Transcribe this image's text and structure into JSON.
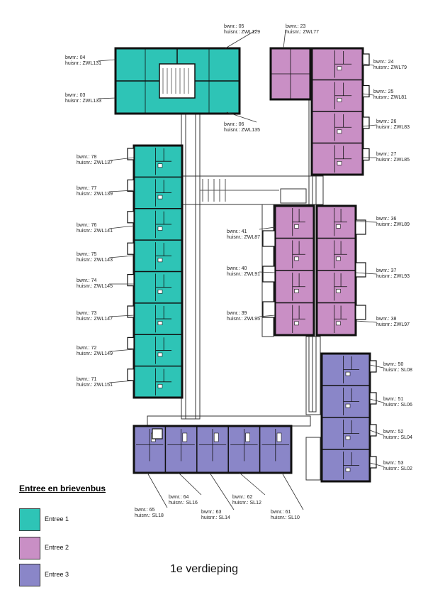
{
  "colors": {
    "entree_1": "#2ec4b6",
    "entree_2": "#c98fc5",
    "entree_3": "#8a86c8",
    "walls": "#111111"
  },
  "units": [
    {
      "b": "bwnr.: 04",
      "h": "huisnr.: ZWL131"
    },
    {
      "b": "bwnr.: 05",
      "h": "huisnr.: ZWL129"
    },
    {
      "b": "bwnr.: 03",
      "h": "huisnr.: ZWL133"
    },
    {
      "b": "bwnr.: 06",
      "h": "huisnr.: ZWL135"
    },
    {
      "b": "bwnr.: 23",
      "h": "huisnr.: ZWL77"
    },
    {
      "b": "bwnr.: 24",
      "h": "huisnr.: ZWL79"
    },
    {
      "b": "bwnr.: 25",
      "h": "huisnr.: ZWL81"
    },
    {
      "b": "bwnr.: 26",
      "h": "huisnr.: ZWL83"
    },
    {
      "b": "bwnr.: 27",
      "h": "huisnr.: ZWL85"
    },
    {
      "b": "bwnr.: 78",
      "h": "huisnr.: ZWL137"
    },
    {
      "b": "bwnr.: 77",
      "h": "huisnr.: ZWL139"
    },
    {
      "b": "bwnr.: 76",
      "h": "huisnr.: ZWL141"
    },
    {
      "b": "bwnr.: 75",
      "h": "huisnr.: ZWL143"
    },
    {
      "b": "bwnr.: 74",
      "h": "huisnr.: ZWL145"
    },
    {
      "b": "bwnr.: 73",
      "h": "huisnr.: ZWL147"
    },
    {
      "b": "bwnr.: 72",
      "h": "huisnr.: ZWL149"
    },
    {
      "b": "bwnr.: 71",
      "h": "huisnr.: ZWL151"
    },
    {
      "b": "bwnr.: 41",
      "h": "huisnr.: ZWL87"
    },
    {
      "b": "bwnr.: 40",
      "h": "huisnr.: ZWL91"
    },
    {
      "b": "bwnr.: 39",
      "h": "huisnr.: ZWL95"
    },
    {
      "b": "bwnr.: 36",
      "h": "huisnr.: ZWL89"
    },
    {
      "b": "bwnr.: 37",
      "h": "huisnr.: ZWL93"
    },
    {
      "b": "bwnr.: 38",
      "h": "huisnr.: ZWL97"
    },
    {
      "b": "bwnr.: 50",
      "h": "huisnr.: SL08"
    },
    {
      "b": "bwnr.: 51",
      "h": "huisnr.: SL06"
    },
    {
      "b": "bwnr.: 52",
      "h": "huisnr.: SL04"
    },
    {
      "b": "bwnr.: 53",
      "h": "huisnr.: SL02"
    },
    {
      "b": "bwnr.: 65",
      "h": "huisnr.: SL18"
    },
    {
      "b": "bwnr.: 64",
      "h": "huisnr.: SL16"
    },
    {
      "b": "bwnr.: 63",
      "h": "huisnr.: SL14"
    },
    {
      "b": "bwnr.: 62",
      "h": "huisnr.: SL12"
    },
    {
      "b": "bwnr.: 61",
      "h": "huisnr.: SL10"
    }
  ],
  "legend": {
    "title": "Entree en brievenbus",
    "items": [
      {
        "label": "Entree 1",
        "color": "#2ec4b6"
      },
      {
        "label": "Entree 2",
        "color": "#c98fc5"
      },
      {
        "label": "Entree 3",
        "color": "#8a86c8"
      }
    ]
  },
  "floor_title": "1e verdieping"
}
